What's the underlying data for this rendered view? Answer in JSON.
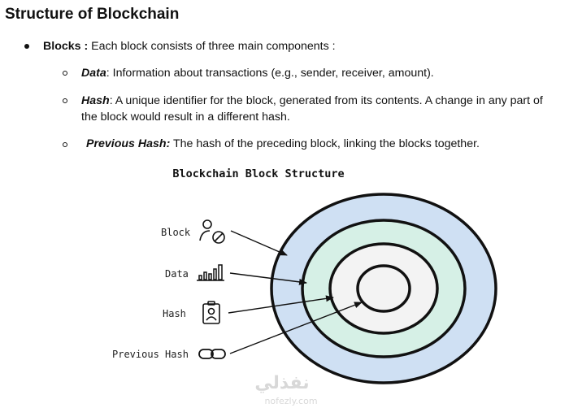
{
  "heading": "Structure of Blockchain",
  "blocks_item": {
    "term": "Blocks :",
    "text": " Each block consists of three main components :"
  },
  "components": [
    {
      "term": "Data",
      "text": ": Information about transactions (e.g., sender, receiver, amount)."
    },
    {
      "term": "Hash",
      "text_line1": ": A unique identifier for the block, generated from its contents. A change in any part of",
      "text_line2": "the block would result in a different hash."
    },
    {
      "term": "Previous Hash:",
      "text": " The hash of the preceding block, linking the blocks together."
    }
  ],
  "diagram": {
    "title": "Blockchain Block Structure",
    "labels": [
      "Block",
      "Data",
      "Hash",
      "Previous Hash"
    ],
    "icons": [
      "person-block-icon",
      "bar-chart-icon",
      "id-badge-icon",
      "chain-link-icon"
    ],
    "colors": {
      "outer_ring": "#cfe0f3",
      "middle_ring": "#d6f0e6",
      "inner": "#f3f3f3",
      "stroke": "#111111"
    }
  },
  "watermark": {
    "arabic": "نفذلي",
    "latin": "nofezly.com"
  }
}
